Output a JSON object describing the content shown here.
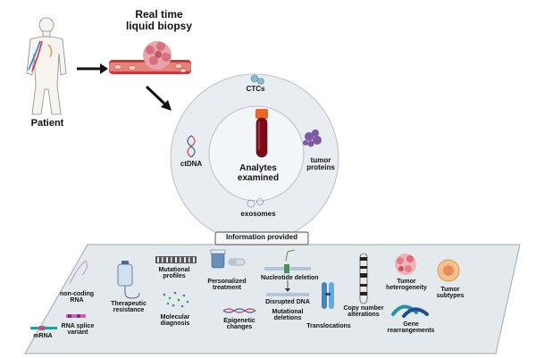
{
  "colors": {
    "circle_outer": "#e9edf1",
    "circle_inner": "#f3f6f8",
    "platform": "#e4e9ee",
    "blood": "#7c0a17",
    "vessel": "#c43a3a"
  },
  "top": {
    "title_line1": "Real time",
    "title_line2": "liquid biopsy",
    "patient_label": "Patient"
  },
  "circle": {
    "ctcs": "CTCs",
    "ctdna": "ctDNA",
    "center_line1": "Analytes",
    "center_line2": "examined",
    "tumor_line1": "tumor",
    "tumor_line2": "proteins",
    "exosomes": "exosomes"
  },
  "info": {
    "header": "Information provided",
    "items": {
      "noncoding_1": "non-coding",
      "noncoding_2": "RNA",
      "mrna": "mRNA",
      "splice_1": "RNA splice",
      "splice_2": "variant",
      "therapeutic_1": "Therapeutic",
      "therapeutic_2": "resistance",
      "mutprof_1": "Mutational",
      "mutprof_2": "profiles",
      "moldiag_1": "Molecular",
      "moldiag_2": "diagnosis",
      "personalized_1": "Personalized",
      "personalized_2": "treatment",
      "epigenetic_1": "Epigenetic",
      "epigenetic_2": "changes",
      "nucleotide_deletion": "Nucleotide deletion",
      "disrupted_dna": "Disrupted DNA",
      "mutdel_1": "Mutational",
      "mutdel_2": "deletions",
      "translocations": "Translocations",
      "copy_1": "Copy number",
      "copy_2": "alterations",
      "heterogeneity_1": "Tumor",
      "heterogeneity_2": "heterogeneity",
      "gene_1": "Gene",
      "gene_2": "rearrangements",
      "subtypes_1": "Tumor",
      "subtypes_2": "subtypes"
    }
  }
}
